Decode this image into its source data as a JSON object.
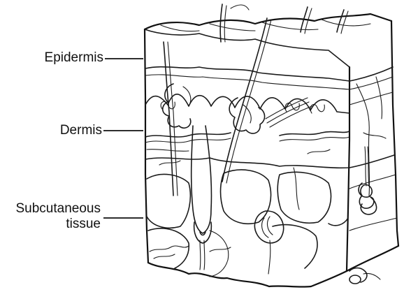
{
  "labels": {
    "epidermis": "Epidermis",
    "dermis": "Dermis",
    "subcutaneous_line1": "Subcutaneous",
    "subcutaneous_line2": "tissue"
  }
}
